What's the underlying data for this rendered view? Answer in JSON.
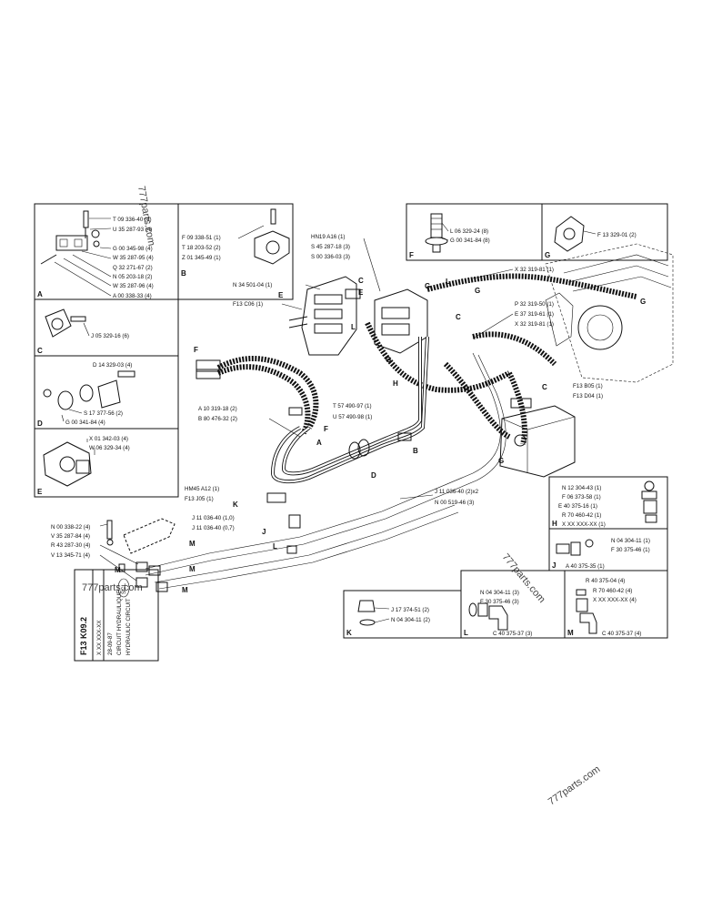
{
  "watermarks": [
    "777parts.com",
    "777parts.com",
    "777parts.com",
    "777parts.com"
  ],
  "title_block": {
    "code": "F13 K09.2",
    "part_placeholder": "X XX XXX-XX",
    "date": "28-09-87",
    "title_fr": "CIRCUIT HYDRAULIQUE",
    "title_en": "HYDRAULIC CIRCUIT",
    "scl": "SCL"
  },
  "box_A": {
    "letter": "A",
    "parts": [
      "T 09 336-40 (4)",
      "U 35 287-93 (4)",
      "G 00 345-98 (4)",
      "W 35 287-95 (4)",
      "Q 32 271-67 (2)",
      "N 05 203-18 (2)",
      "W 35 287-96 (4)",
      "A 00 338-33 (4)"
    ]
  },
  "box_B": {
    "letter": "B",
    "parts": [
      "F 09 338-51 (1)",
      "T 18 203-52 (2)",
      "Z 01 345-49 (1)"
    ]
  },
  "box_C": {
    "letter": "C",
    "parts": [
      "J 05 329-16 (6)"
    ]
  },
  "box_D": {
    "letter": "D",
    "parts": [
      "D 14 329-03 (4)",
      "S 17 377-56 (2)",
      "G 00 341-84 (4)"
    ]
  },
  "box_E": {
    "letter": "E",
    "parts": [
      "X 01 342-03 (4)",
      "W 06 329-34 (4)"
    ]
  },
  "box_F": {
    "letter": "F",
    "parts": [
      "L 06 329-24 (8)",
      "G 00 341-84 (8)"
    ]
  },
  "box_G": {
    "letter": "G",
    "parts": [
      "F 13 329-01 (2)"
    ]
  },
  "box_H": {
    "letter": "H",
    "parts": [
      "N 12 304-43 (1)",
      "F 06 373-58 (1)",
      "E 40 375-16 (1)",
      "R 70 460-42 (1)",
      "X XX XXX-XX (1)"
    ]
  },
  "box_J": {
    "letter": "J",
    "parts": [
      "N 04 304-11 (1)",
      "F 30 375-46 (1)",
      "A 40 375-35 (1)"
    ]
  },
  "box_K": {
    "letter": "K",
    "parts": [
      "J 17 374-51 (2)",
      "N 04 304-11 (2)"
    ]
  },
  "box_L": {
    "letter": "L",
    "parts": [
      "N 04 304-11 (3)",
      "F 30 375-46 (3)",
      "C 40 375-37 (3)"
    ]
  },
  "box_M": {
    "letter": "M",
    "parts": [
      "R 40 375-04 (4)",
      "R 70 460-42 (4)",
      "X XX XXX-XX (4)",
      "C 40 375-37 (4)"
    ]
  },
  "callouts": {
    "hn19": "HN19 A16 (1)",
    "s45": "S 45 287-18 (3)",
    "s00": "S 00 336-03 (3)",
    "n34": "N 34 501-04 (1)",
    "f13c06": "F13 C06 (1)",
    "x32a": "X 32 319-81 (1)",
    "p32": "P 32 319-50 (1)",
    "e37": "E 37 319-61 (1)",
    "x32b": "X 32 319-81 (1)",
    "f13b05": "F13 B05 (1)",
    "f13d04": "F13 D04 (1)",
    "a10": "A 10 319-18 (2)",
    "b80": "B 80 476-32 (2)",
    "t57": "T 57 490-97 (1)",
    "u57": "U 57 490-98 (1)",
    "j11a": "J 11 036-40 (2)x2",
    "n00519": "N 00 519-46 (3)",
    "hm45": "HM45 A12 (1)",
    "f13j05": "F13 J05 (1)",
    "j11b": "J 11 036-40 (1,0)",
    "j11c": "J 11 036-40 (0,7)",
    "n00338": "N 00 338-22 (4)",
    "v35": "V 35 287-84 (4)",
    "r43": "R 43 287-30 (4)",
    "v13": "V 13 345-71 (4)"
  }
}
